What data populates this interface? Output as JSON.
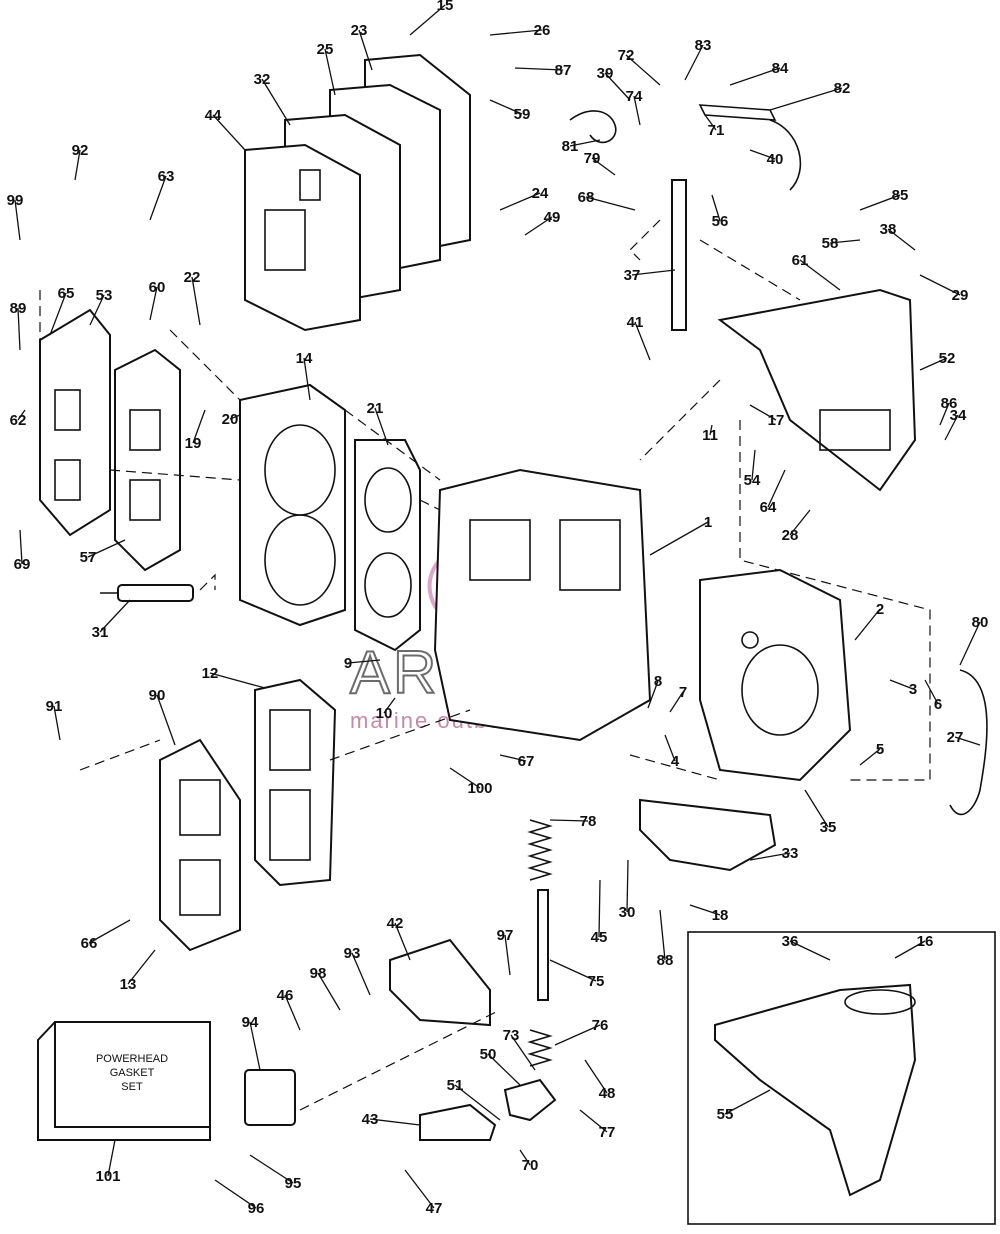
{
  "watermark": {
    "brand": "ARMADA",
    "tagline": "marine outboards"
  },
  "gasket_set_box": {
    "line1": "POWERHEAD",
    "line2": "GASKET",
    "line3": "SET"
  },
  "callouts": [
    "1",
    "2",
    "3",
    "4",
    "5",
    "6",
    "7",
    "8",
    "9",
    "10",
    "11",
    "12",
    "13",
    "14",
    "15",
    "16",
    "17",
    "18",
    "19",
    "20",
    "21",
    "22",
    "23",
    "24",
    "25",
    "26",
    "27",
    "28",
    "29",
    "30",
    "31",
    "32",
    "33",
    "34",
    "35",
    "36",
    "37",
    "38",
    "39",
    "40",
    "41",
    "42",
    "43",
    "44",
    "45",
    "46",
    "47",
    "48",
    "49",
    "50",
    "51",
    "52",
    "53",
    "54",
    "55",
    "56",
    "57",
    "58",
    "59",
    "60",
    "61",
    "62",
    "63",
    "64",
    "65",
    "66",
    "67",
    "68",
    "69",
    "70",
    "71",
    "72",
    "73",
    "74",
    "75",
    "76",
    "77",
    "78",
    "79",
    "80",
    "81",
    "82",
    "83",
    "84",
    "85",
    "86",
    "87",
    "88",
    "89",
    "90",
    "91",
    "92",
    "93",
    "94",
    "95",
    "96",
    "97",
    "98",
    "99",
    "100",
    "101"
  ]
}
